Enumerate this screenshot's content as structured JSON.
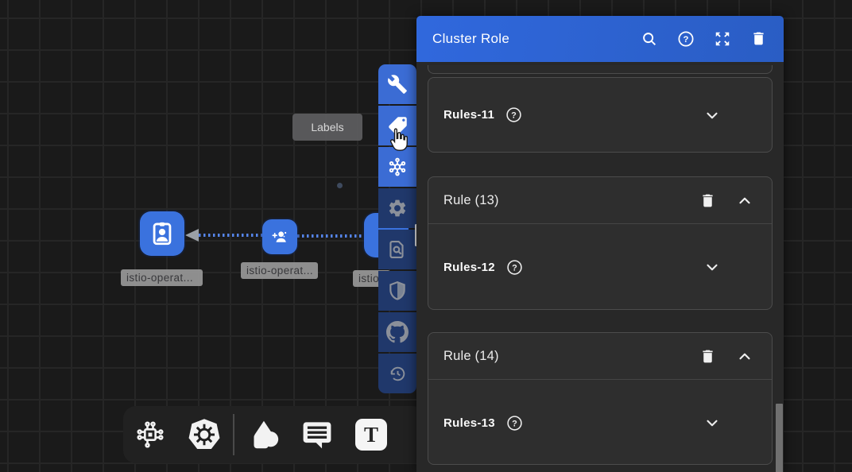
{
  "colors": {
    "accent_blue": "#3068dd",
    "side_toolbar_active": "#3b6cd4",
    "side_toolbar_inactive": "#20386b",
    "node_blue": "#3a72de",
    "panel_bg": "#282828",
    "card_bg": "#2e2e2e",
    "canvas_bg": "#1a1a1a"
  },
  "panel": {
    "title": "Cluster Role",
    "cards": [
      {
        "field_label": "Rules-11"
      },
      {
        "title": "Rule (13)",
        "field_label": "Rules-12"
      },
      {
        "title": "Rule (14)",
        "field_label": "Rules-13"
      }
    ]
  },
  "glyphs": {
    "question": "?",
    "text_tool": "T"
  },
  "side_toolbar": {
    "tooltip": "Labels",
    "buttons": [
      {
        "name": "wrench",
        "active": true
      },
      {
        "name": "labels-tag",
        "active": true,
        "hovered": true
      },
      {
        "name": "kubernetes-hub",
        "active": true
      },
      {
        "name": "settings",
        "active": false
      },
      {
        "name": "doc-search",
        "active": false
      },
      {
        "name": "shield",
        "active": false
      },
      {
        "name": "github",
        "active": false
      },
      {
        "name": "history",
        "active": false
      }
    ]
  },
  "canvas": {
    "nodes": [
      {
        "label": "istio-operat...",
        "kind": "service-account-badge"
      },
      {
        "label": "istio-operat...",
        "kind": "user-group"
      },
      {
        "label": "istio",
        "kind": "partially-hidden"
      }
    ]
  },
  "bottom_toolbar": {
    "icons": [
      "circuit",
      "kubernetes",
      "shapes",
      "comment",
      "text-tool"
    ]
  }
}
